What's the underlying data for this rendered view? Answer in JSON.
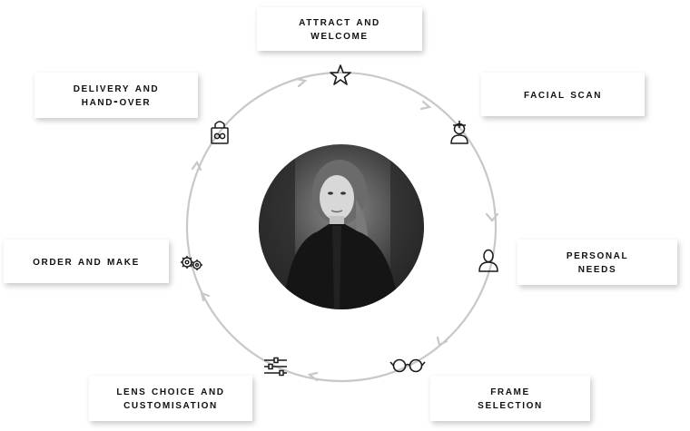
{
  "diagram": {
    "colors": {
      "ring": "#c8c8c8",
      "icon": "#1a1a1a",
      "label_text": "#111111"
    },
    "steps": [
      {
        "id": "attract",
        "label": "Attract and\nwelcome",
        "icon": "star-icon"
      },
      {
        "id": "facial-scan",
        "label": "Facial scan",
        "icon": "face-scan-icon"
      },
      {
        "id": "personal-needs",
        "label": "Personal\nneeds",
        "icon": "person-icon"
      },
      {
        "id": "frame-selection",
        "label": "Frame\nselection",
        "icon": "glasses-icon"
      },
      {
        "id": "lens-choice",
        "label": "Lens choice and\ncustomisation",
        "icon": "sliders-icon"
      },
      {
        "id": "order-make",
        "label": "Order and make",
        "icon": "gears-icon"
      },
      {
        "id": "delivery",
        "label": "Delivery and\nhand-over",
        "icon": "shopping-bag-icon"
      }
    ],
    "center_image": "portrait-photo"
  }
}
